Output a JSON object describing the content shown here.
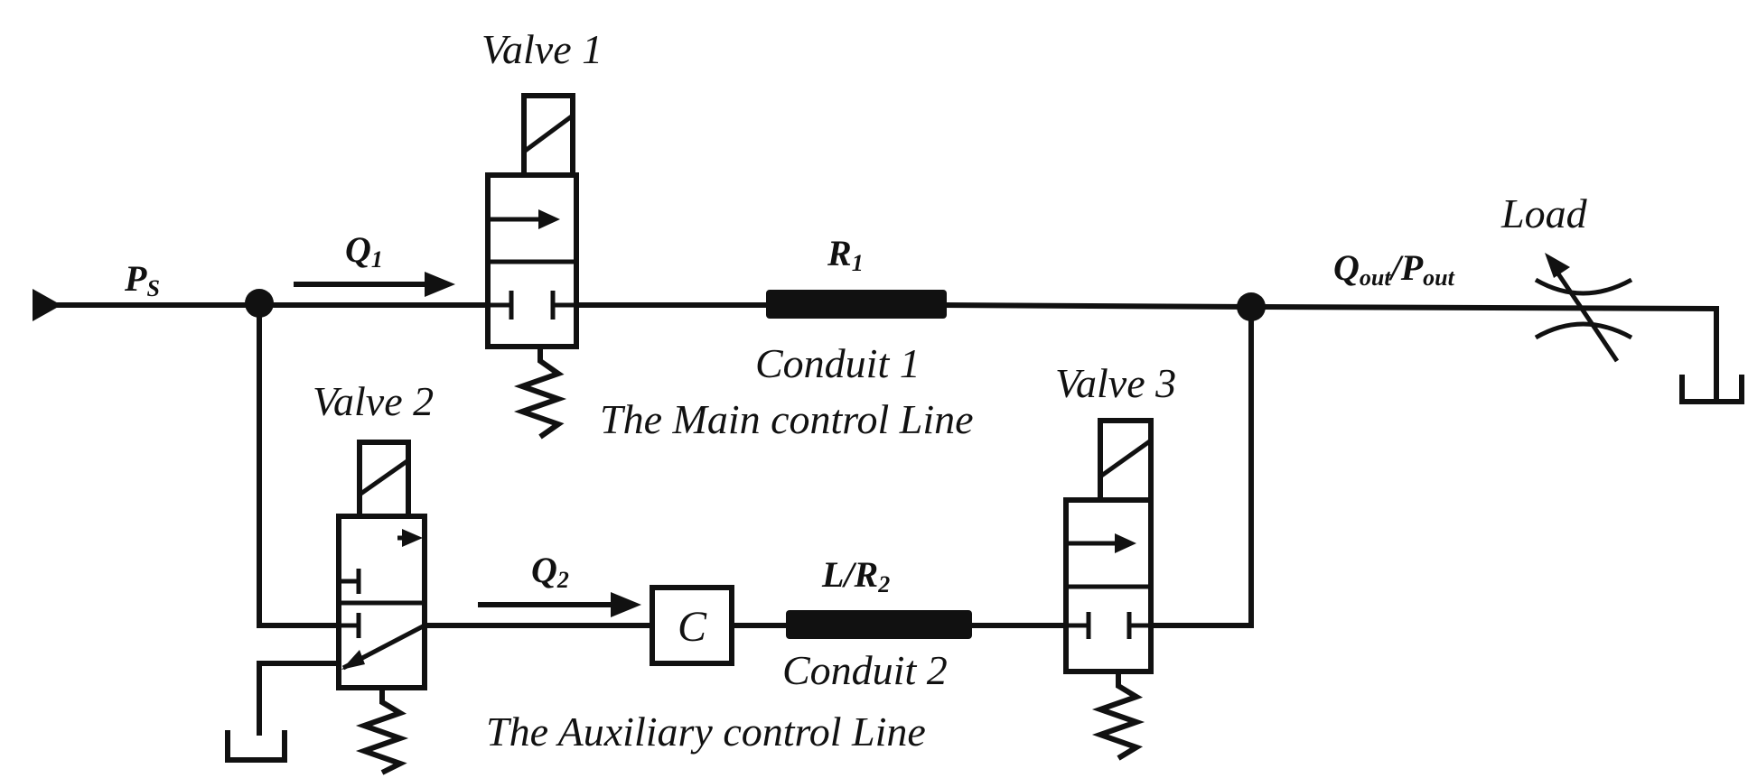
{
  "labels": {
    "ps": "P",
    "ps_sub": "S",
    "q1": "Q",
    "q1_sub": "1",
    "q2": "Q",
    "q2_sub": "2",
    "r1": "R",
    "r1_sub": "1",
    "lr2": "L/R",
    "lr2_sub": "2",
    "qout": "Q",
    "qout_sub": "out",
    "pout_sep": "/P",
    "pout_sub": "out",
    "capacitor": "C"
  },
  "components": {
    "valve1": "Valve 1",
    "valve2": "Valve 2",
    "valve3": "Valve 3",
    "load": "Load",
    "conduit1": "Conduit 1",
    "conduit2": "Conduit 2"
  },
  "lines": {
    "main": "The Main control Line",
    "auxiliary": "The Auxiliary control Line"
  },
  "colors": {
    "stroke": "#111111",
    "background": "#ffffff"
  }
}
